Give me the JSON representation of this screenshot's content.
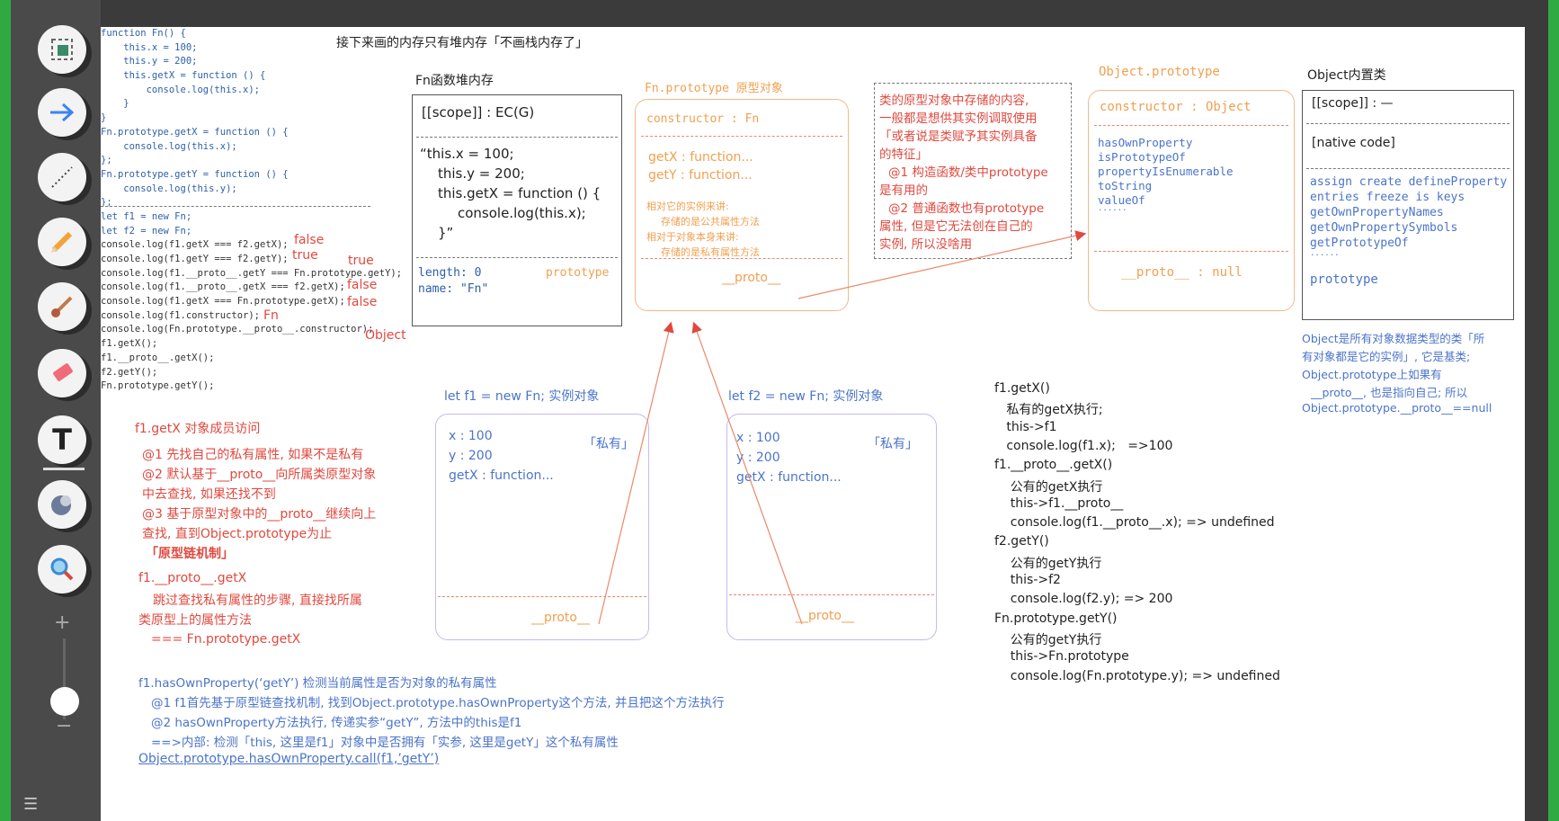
{
  "toolbar": {
    "tools": [
      {
        "name": "select-tool",
        "icon": "select-icon"
      },
      {
        "name": "arrow-tool",
        "icon": "arrow-icon"
      },
      {
        "name": "line-tool",
        "icon": "dotted-line-icon"
      },
      {
        "name": "pencil-tool",
        "icon": "pencil-icon"
      },
      {
        "name": "brush-tool",
        "icon": "brush-icon"
      },
      {
        "name": "eraser-tool",
        "icon": "eraser-icon"
      },
      {
        "name": "text-tool",
        "icon": "text-icon",
        "label": "T"
      },
      {
        "name": "shape-tool",
        "icon": "shape-icon"
      },
      {
        "name": "zoom-tool",
        "icon": "magnifier-icon"
      }
    ],
    "zoom_plus": "+",
    "zoom_minus": "−"
  },
  "code": [
    "function Fn() {",
    "    this.x = 100;",
    "    this.y = 200;",
    "    this.getX = function () {",
    "        console.log(this.x);",
    "    }",
    "}",
    "Fn.prototype.getX = function () {",
    "    console.log(this.x);",
    "};",
    "Fn.prototype.getY = function () {",
    "    console.log(this.y);",
    "};",
    "let f1 = new Fn;",
    "let f2 = new Fn;",
    "console.log(f1.getX === f2.getX);",
    "console.log(f1.getY === f2.getY);",
    "console.log(f1.__proto__.getY === Fn.prototype.getY);",
    "console.log(f1.__proto__.getX === f2.getX);",
    "console.log(f1.getX === Fn.prototype.getX);",
    "console.log(f1.constructor);",
    "console.log(Fn.prototype.__proto__.constructor);",
    "f1.getX();",
    "f1.__proto__.getX();",
    "f2.getY();",
    "Fn.prototype.getY();"
  ],
  "answers": {
    "a1": "false",
    "a2": "true",
    "a3": "true",
    "a4": "false",
    "a5": "false",
    "a6": "Fn",
    "a7": "Object"
  },
  "heading": "接下来画的内存只有堆内存「不画栈内存了」",
  "fn_heap": {
    "title": "Fn函数堆内存",
    "scope": "[[scope]] : EC(G)",
    "body1": "“this.x = 100;",
    "body2": "this.y = 200;",
    "body3": "this.getX = function () {",
    "body4": "console.log(this.x);",
    "body5": "}”",
    "length": "length: 0",
    "name": "name: \"Fn\"",
    "prototype": "prototype"
  },
  "fn_proto": {
    "title": "Fn.prototype 原型对象",
    "constructor": "constructor :  Fn",
    "getX": "getX :  function...",
    "getY": "getY : function...",
    "note1": "相对它的实例来讲:",
    "note2": "存储的是公共属性方法",
    "note3": "相对于对象本身来讲:",
    "note4": "存储的是私有属性方法",
    "proto": "__proto__"
  },
  "proto_note": {
    "l1": "类的原型对象中存储的内容,",
    "l2": "一般都是想供其实例调取使用",
    "l3": "「或者说是类赋予其实例具备",
    "l4": "的特征」",
    "l5": "@1 构造函数/类中prototype",
    "l6": "是有用的",
    "l7": "@2 普通函数也有prototype",
    "l8": "属性, 但是它无法创在自己的",
    "l9": "实例, 所以没啥用"
  },
  "obj_proto": {
    "title": "Object.prototype",
    "constructor": "constructor : Object",
    "m1": "hasOwnProperty",
    "m2": "isPrototypeOf",
    "m3": "propertyIsEnumerable",
    "m4": "toString",
    "m5": "valueOf",
    "m6": "......",
    "proto": "__proto__  : null"
  },
  "object_builtin": {
    "title": "Object内置类",
    "scope": "[[scope]] : —",
    "native": "[native code]",
    "m1": "assign create defineProperty",
    "m2": "entries freeze  is keys",
    "m3": "getOwnPropertyNames",
    "m4": "getOwnPropertySymbols",
    "m5": "getPrototypeOf",
    "m6": "......",
    "prototype": "prototype"
  },
  "object_note": {
    "l1": "Object是所有对象数据类型的类「所",
    "l2": "有对象都是它的实例」, 它是基类;",
    "l3": "Object.prototype上如果有",
    "l4": "__proto__, 也是指向自己; 所以",
    "l5": "Object.prototype.__proto__==null"
  },
  "f1": {
    "title": "let f1 = new Fn;   实例对象",
    "x": "x : 100",
    "y": "y : 200",
    "getX": "getX : function...",
    "tag": "「私有」",
    "proto": "__proto__"
  },
  "f2": {
    "title": "let f2 = new Fn; 实例对象",
    "x": "x : 100",
    "y": "y : 200",
    "getX": "getX : function...",
    "tag": "「私有」",
    "proto": "__proto__"
  },
  "access_note": {
    "title": "f1.getX   对象成员访问",
    "l1": "@1 先找自己的私有属性, 如果不是私有",
    "l2": "@2 默认基于__proto__向所属类原型对象",
    "l3": "中去查找, 如果还找不到",
    "l4": "@3 基于原型对象中的__proto__继续向上",
    "l5": "查找, 直到Object.prototype为止",
    "l6": "「原型链机制」",
    "l7": "f1.__proto__.getX",
    "l8": "跳过查找私有属性的步骤, 直接找所属",
    "l9": "类原型上的属性方法",
    "l10": "=== Fn.prototype.getX"
  },
  "has_note": {
    "l1": "f1.hasOwnProperty(‘getY’)   检测当前属性是否为对象的私有属性",
    "l2": "@1 f1首先基于原型链查找机制, 找到Object.prototype.hasOwnProperty这个方法, 并且把这个方法执行",
    "l3": "@2 hasOwnProperty方法执行, 传递实参“getY”, 方法中的this是f1",
    "l4": "==>内部: 检测「this, 这里是f1」对象中是否拥有「实参, 这里是getY」这个私有属性",
    "l5": "Object.prototype.hasOwnProperty.call(f1,’getY’)"
  },
  "exec_note": [
    "f1.getX()",
    "   私有的getX执行;",
    "   this->f1",
    "   console.log(f1.x);   =>100",
    "f1.__proto__.getX()",
    "    公有的getX执行",
    "    this->f1.__proto__",
    "    console.log(f1.__proto__.x); => undefined",
    "f2.getY()",
    "    公有的getY执行",
    "    this->f2",
    "    console.log(f2.y); => 200",
    "Fn.prototype.getY()",
    "    公有的getY执行",
    "    this->Fn.prototype",
    "    console.log(Fn.prototype.y); => undefined"
  ],
  "colors": {
    "canvas": "#ffffff",
    "code_blue": "#2d5fa8",
    "note_red": "#e0493f",
    "note_blue": "#4b74c9",
    "orange": "#f0a050",
    "green": "#2faa43"
  }
}
